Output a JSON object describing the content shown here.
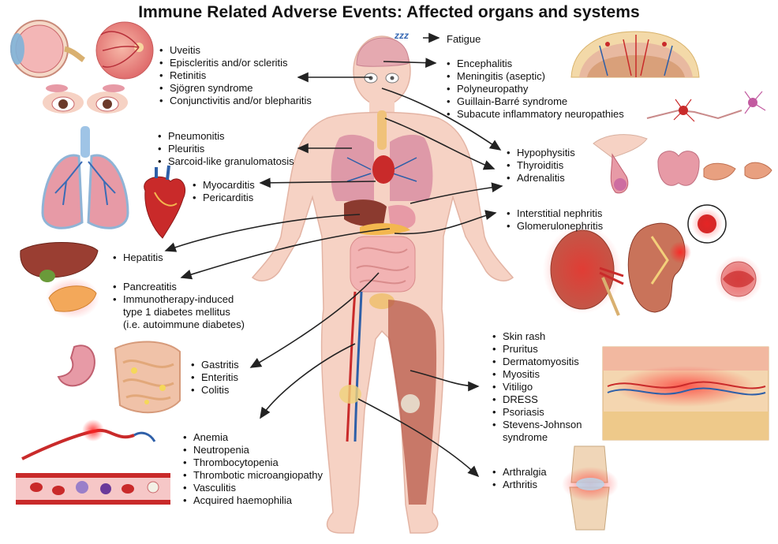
{
  "title": "Immune Related Adverse Events: Affected organs and systems",
  "fatigue": {
    "label": "Fatigue",
    "icon": "zzz"
  },
  "groups": {
    "eye": [
      "Uveitis",
      "Episcleritis and/or scleritis",
      "Retinitis",
      "Sjögren syndrome",
      "Conjunctivitis and/or blepharitis"
    ],
    "neuro": [
      "Encephalitis",
      "Meningitis (aseptic)",
      "Polyneuropathy",
      "Guillain-Barré syndrome",
      "Subacute inflammatory neuropathies"
    ],
    "lung": [
      "Pneumonitis",
      "Pleuritis",
      "Sarcoid-like granulomatosis"
    ],
    "endocrine": [
      "Hypophysitis",
      "Thyroiditis",
      "Adrenalitis"
    ],
    "heart": [
      "Myocarditis",
      "Pericarditis"
    ],
    "kidney": [
      "Interstitial nephritis",
      "Glomerulonephritis"
    ],
    "liver": [
      "Hepatitis"
    ],
    "pancreas": [
      "Pancreatitis",
      "Immunotherapy-induced",
      "type 1 diabetes mellitus",
      "(i.e. autoimmune diabetes)"
    ],
    "skin": [
      "Skin rash",
      "Pruritus",
      "Dermatomyositis",
      "Myositis",
      "Vitiligo",
      "DRESS",
      "Psoriasis",
      "Stevens-Johnson",
      "syndrome"
    ],
    "gi": [
      "Gastritis",
      "Enteritis",
      "Colitis"
    ],
    "blood": [
      "Anemia",
      "Neutropenia",
      "Thrombocytopenia",
      "Thrombotic microangiopathy",
      "Vasculitis",
      "Acquired haemophilia"
    ],
    "joint": [
      "Arthralgia",
      "Arthritis"
    ]
  },
  "colors": {
    "skin": "#f6d2c4",
    "organ_pink": "#e79aa6",
    "vessel_red": "#c92a2a",
    "vessel_blue": "#2e5fa8",
    "arrow": "#222222",
    "inflamed": "#ff3b3b"
  }
}
